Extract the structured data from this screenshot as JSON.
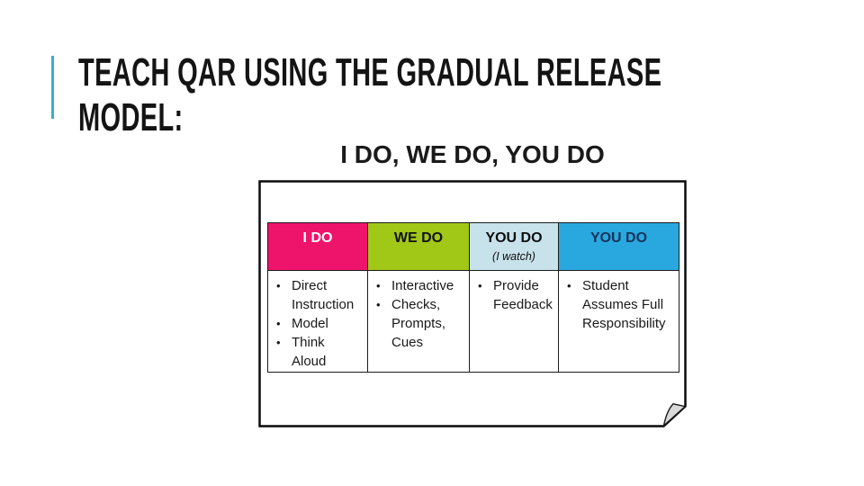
{
  "slide": {
    "title_line1": "TEACH QAR USING THE GRADUAL RELEASE",
    "title_line2": "MODEL:",
    "accent_color": "#3BAECB",
    "title_color": "#141414",
    "background_color": "#FFFFFF"
  },
  "graphic": {
    "heading": "I DO, WE DO, YOU DO",
    "frame_border_color": "#0A0A0A",
    "fold_color": "#D9D9D9",
    "table_border_color": "#1C1C1C",
    "table": {
      "bullet_char": "•",
      "columns": [
        {
          "header": "I DO",
          "subheader": "",
          "header_bg": "#EF146B",
          "header_color": "#FFFFFF",
          "items": [
            "Direct Instruction",
            "Model",
            "Think Aloud"
          ]
        },
        {
          "header": "WE DO",
          "subheader": "",
          "header_bg": "#A1C717",
          "header_color": "#111111",
          "items": [
            "Interactive",
            "Checks, Prompts, Cues"
          ]
        },
        {
          "header": "YOU DO",
          "subheader": "(I watch)",
          "header_bg": "#C8E2EB",
          "header_color": "#0E0E0E",
          "items": [
            "Provide Feedback"
          ]
        },
        {
          "header": "YOU DO",
          "subheader": "",
          "header_bg": "#29A8E0",
          "header_color": "#14335A",
          "items": [
            "Student Assumes Full Responsibility"
          ]
        }
      ]
    }
  }
}
